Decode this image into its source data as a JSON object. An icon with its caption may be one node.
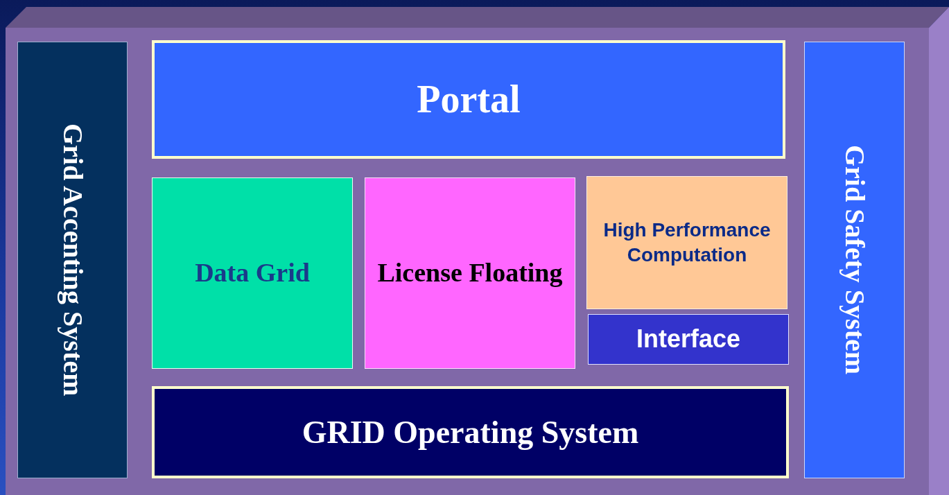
{
  "diagram": {
    "nodes": [
      {
        "text": [],
        "shape": "box"
      },
      {
        "text": [
          "Grid Accenting System"
        ],
        "in": 0
      },
      {
        "text": [
          "Portal"
        ],
        "in": 0
      },
      {
        "text": [
          "Grid Safety System"
        ],
        "in": 0
      },
      {
        "text": [
          "Data Grid"
        ],
        "in": 0
      },
      {
        "text": [
          "License Floating"
        ],
        "in": 0
      },
      {
        "text": [
          "High Performance Computation"
        ],
        "in": 0
      },
      {
        "text": [
          "Interface"
        ],
        "in": 0
      },
      {
        "text": [
          "GRID Operating System"
        ],
        "in": 0
      }
    ]
  }
}
